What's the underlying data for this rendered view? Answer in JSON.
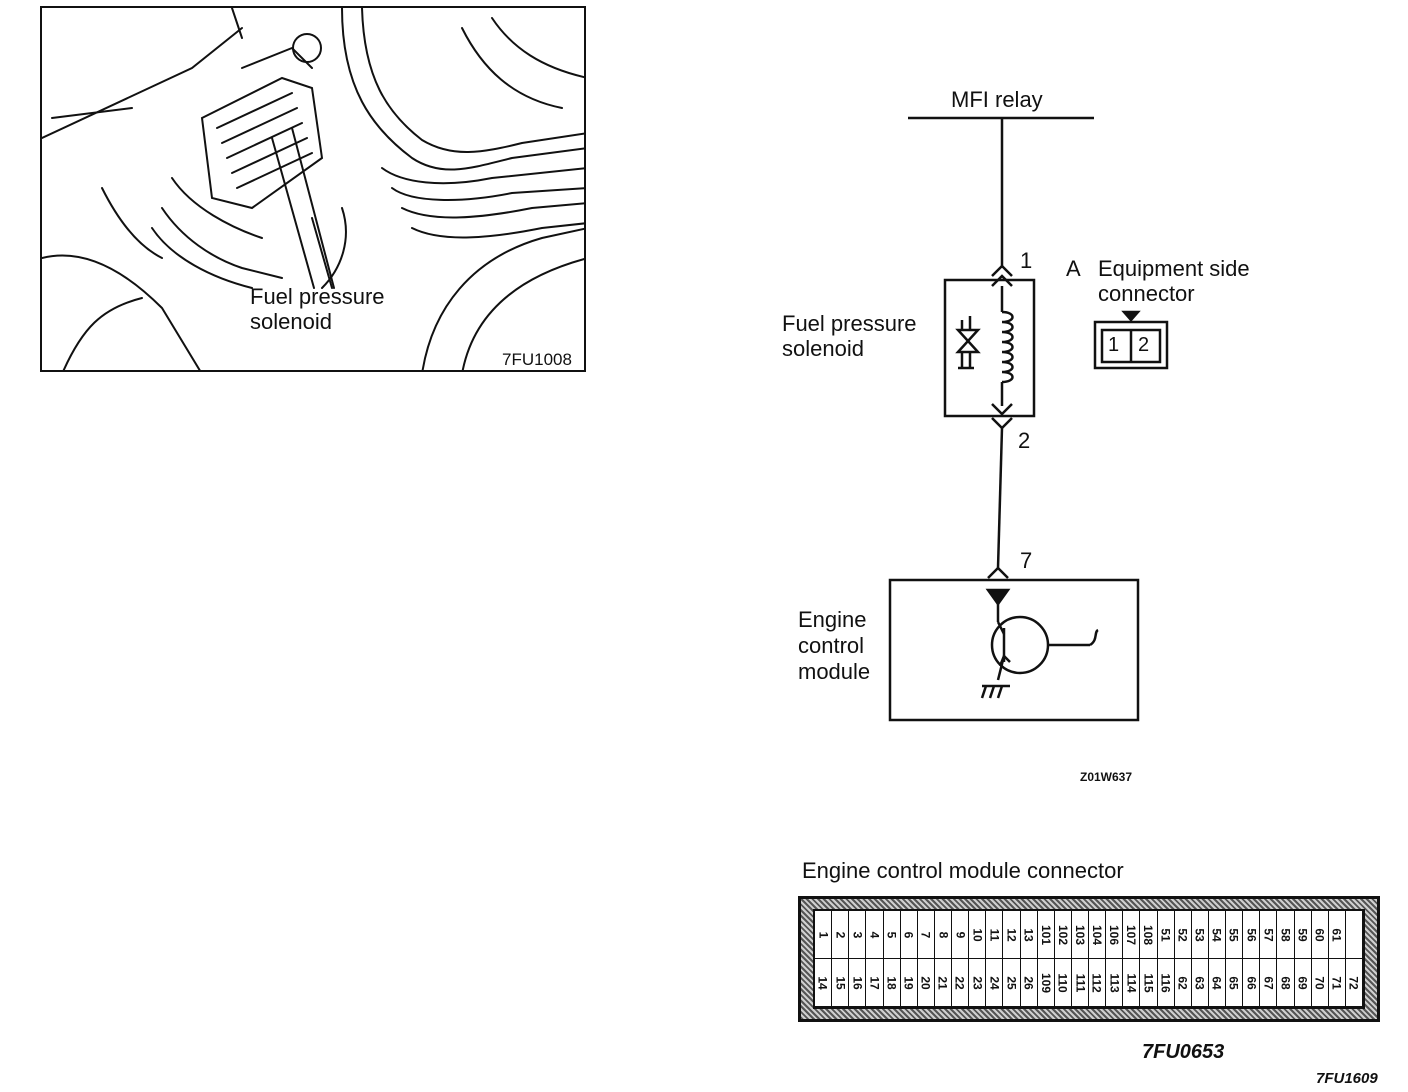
{
  "photo": {
    "label_line1": "Fuel pressure",
    "label_line2": "solenoid",
    "code": "7FU1008"
  },
  "schematic": {
    "relay_label": "MFI relay",
    "pin_top": "1",
    "pin_bottom": "2",
    "pin_ecm": "7",
    "solenoid_label_line1": "Fuel pressure",
    "solenoid_label_line2": "solenoid",
    "connector_letter": "A",
    "connector_label_line1": "Equipment side",
    "connector_label_line2": "connector",
    "connector_pin1": "1",
    "connector_pin2": "2",
    "ecm_label_line1": "Engine",
    "ecm_label_line2": "control",
    "ecm_label_line3": "module",
    "code": "Z01W637"
  },
  "ecm_connector": {
    "title": "Engine control module connector",
    "code": "7FU0653",
    "top_row": [
      "1",
      "2",
      "3",
      "4",
      "5",
      "6",
      "7",
      "8",
      "9",
      "10",
      "11",
      "12",
      "13",
      "101",
      "102",
      "103",
      "104",
      "106",
      "107",
      "108",
      "51",
      "52",
      "53",
      "54",
      "55",
      "56",
      "57",
      "58",
      "59",
      "60",
      "61"
    ],
    "bottom_row": [
      "14",
      "15",
      "16",
      "17",
      "18",
      "19",
      "20",
      "21",
      "22",
      "23",
      "24",
      "25",
      "26",
      "109",
      "110",
      "111",
      "112",
      "113",
      "114",
      "115",
      "116",
      "62",
      "63",
      "64",
      "65",
      "66",
      "67",
      "68",
      "69",
      "70",
      "71",
      "72"
    ]
  },
  "page_code": "7FU1609"
}
